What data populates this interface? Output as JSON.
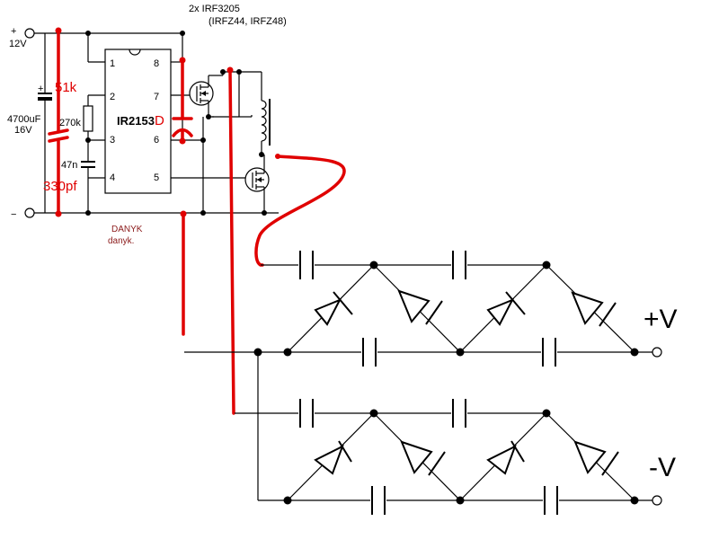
{
  "header": {
    "mosfet_part": "2x IRF3205",
    "mosfet_alt": "(IRFZ44, IRFZ48)"
  },
  "supply": {
    "plus_sign": "+",
    "minus_sign": "−",
    "voltage": "12V",
    "cap_value": "4700uF",
    "cap_voltage": "16V",
    "cap_polarity": "+"
  },
  "ic": {
    "name": "IR2153",
    "suffix": "D",
    "pins": {
      "p1": "1",
      "p2": "2",
      "p3": "3",
      "p4": "4",
      "p5": "5",
      "p6": "6",
      "p7": "7",
      "p8": "8"
    }
  },
  "components": {
    "rt": "270k",
    "ct": "47n",
    "r_mod": "51k",
    "c_mod": "330pf"
  },
  "credit": {
    "line1": "DANYK",
    "line2": "danyk."
  },
  "outputs": {
    "positive": "+V",
    "negative": "-V"
  },
  "colors": {
    "wire": "#000000",
    "modification": "#e00000",
    "credit": "#8b1a1a"
  }
}
